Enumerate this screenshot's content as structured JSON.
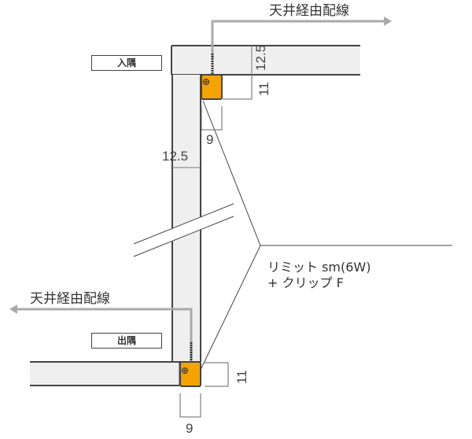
{
  "labels": {
    "ceiling_wiring_top": "天井経由配線",
    "ceiling_wiring_bottom": "天井経由配線",
    "inside_corner": "入隅",
    "outside_corner": "出隅",
    "product_line1": "リミット sm(6W)",
    "product_line2": "+ クリップ F"
  },
  "dimensions": {
    "top_board_thickness": "12.5",
    "top_fixture_height": "11",
    "top_fixture_width": "9",
    "wall_thickness": "12.5",
    "bottom_fixture_height": "11",
    "bottom_fixture_width": "9"
  },
  "colors": {
    "fixture": "#f5a300",
    "board_fill": "#efefef",
    "board_stroke": "#444444",
    "wire": "#aaaaaa",
    "line": "#555555"
  }
}
